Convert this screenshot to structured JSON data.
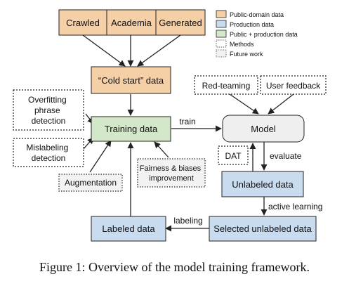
{
  "colors": {
    "public": "#f5cfa6",
    "production": "#c9dcef",
    "mixed": "#d3e8c8",
    "model": "#efefef",
    "future": "#f2f2f2",
    "stroke": "#222222"
  },
  "legend": {
    "public": "Public-domain data",
    "production": "Production data",
    "mixed": "Public + production data",
    "methods": "Methods",
    "future": "Future work"
  },
  "nodes": {
    "crawled": "Crawled",
    "academia": "Academia",
    "generated": "Generated",
    "cold_start": "“Cold start” data",
    "overfitting": [
      "Overfitting",
      "phrase",
      "detection"
    ],
    "mislabeling": [
      "Mislabeling",
      "detection"
    ],
    "training": "Training data",
    "augmentation": "Augmentation",
    "fairness": [
      "Fairness & biases",
      "improvement"
    ],
    "red_teaming": "Red-teaming",
    "user_feedback": "User feedback",
    "model": "Model",
    "dat": "DAT",
    "unlabeled": "Unlabeled data",
    "selected": "Selected unlabeled data",
    "labeled": "Labeled data"
  },
  "edges": {
    "train": "train",
    "evaluate": "evaluate",
    "active_learning": "active learning",
    "labeling": "labeling"
  },
  "caption": "Figure 1: Overview of the model training framework."
}
